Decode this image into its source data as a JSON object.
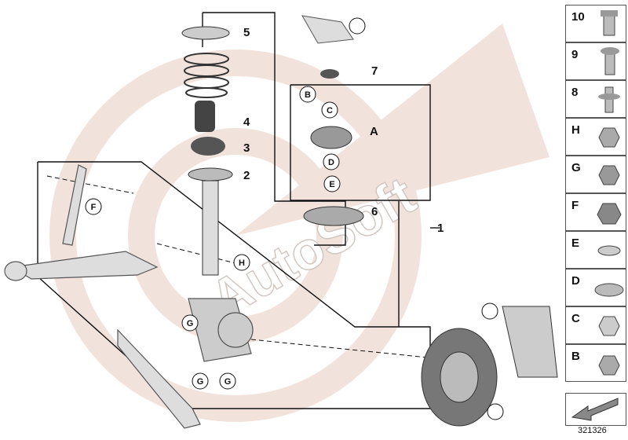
{
  "diagram": {
    "watermark": "AutoSoft",
    "callouts_numeric": [
      "1",
      "2",
      "3",
      "4",
      "5",
      "6",
      "7",
      "8",
      "9",
      "10"
    ],
    "callouts_letter": [
      "A",
      "B",
      "C",
      "D",
      "E",
      "F",
      "G",
      "H"
    ],
    "sidebar_parts": [
      "10",
      "9",
      "8",
      "H",
      "G",
      "F",
      "E",
      "D",
      "C",
      "B"
    ],
    "diagram_code": "321326"
  },
  "colors": {
    "watermark": "#f1e3dc",
    "line": "#111111"
  }
}
